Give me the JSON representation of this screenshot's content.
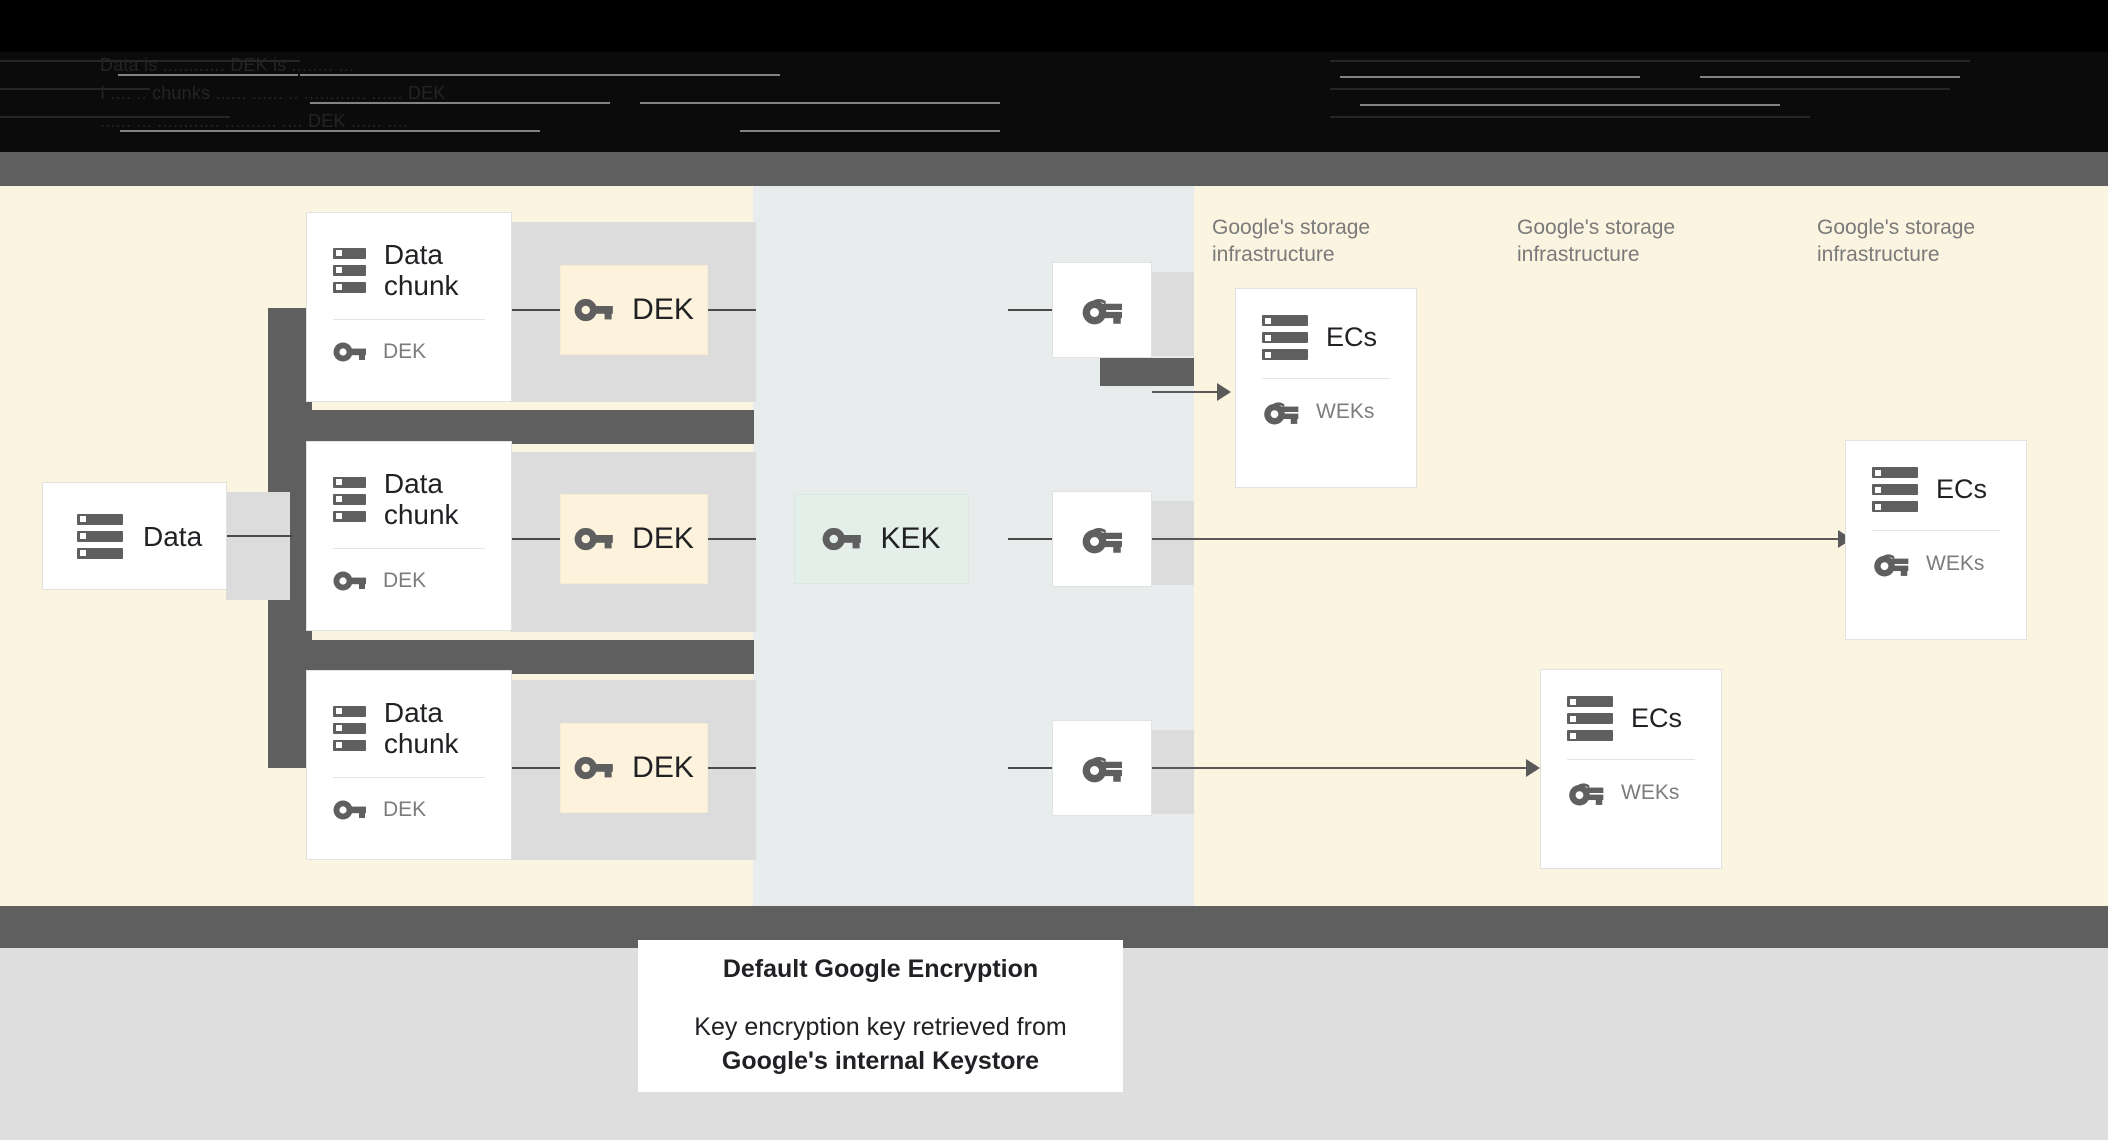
{
  "page": {
    "background_cream": "#fbf4e0",
    "background_mid_column": "#e9eced",
    "background_bottom": "#dedede",
    "dark_bar": "#5f5f5f"
  },
  "obscured_header": {
    "note": "unreadable low-contrast text at top of page",
    "lines": [
      "Data is ............ DEK is ........ ...",
      "I .... .. chunks ...... ...... .. ............ ......  DEK",
      "...... ... ............ .......... .... DEK ...... ...."
    ]
  },
  "diagram": {
    "data_node": {
      "label": "Data",
      "icon": "server-stack-icon"
    },
    "chunks": [
      {
        "title": "Data chunk",
        "key_label": "DEK",
        "icon": "server-stack-icon",
        "key_icon": "key-icon"
      },
      {
        "title": "Data chunk",
        "key_label": "DEK",
        "icon": "server-stack-icon",
        "key_icon": "key-icon"
      },
      {
        "title": "Data chunk",
        "key_label": "DEK",
        "icon": "server-stack-icon",
        "key_icon": "key-icon"
      }
    ],
    "dek_pills": [
      {
        "label": "DEK",
        "icon": "key-icon",
        "color": "#fdf3dc"
      },
      {
        "label": "DEK",
        "icon": "key-icon",
        "color": "#fdf3dc"
      },
      {
        "label": "DEK",
        "icon": "key-icon",
        "color": "#fdf3dc"
      }
    ],
    "kek_pill": {
      "label": "KEK",
      "icon": "key-icon",
      "color": "#e3efe8"
    },
    "wrapped_keys": [
      {
        "icon": "key-icon"
      },
      {
        "icon": "key-icon"
      },
      {
        "icon": "key-icon"
      }
    ],
    "storage_labels": [
      "Google's storage infrastructure",
      "Google's storage infrastructure",
      "Google's storage infrastructure"
    ],
    "ec_cards": [
      {
        "title": "ECs",
        "key_label": "WEKs",
        "icon": "server-stack-icon",
        "key_icon": "key-icon"
      },
      {
        "title": "ECs",
        "key_label": "WEKs",
        "icon": "server-stack-icon",
        "key_icon": "key-icon"
      },
      {
        "title": "ECs",
        "key_label": "WEKs",
        "icon": "server-stack-icon",
        "key_icon": "key-icon"
      }
    ]
  },
  "caption": {
    "title": "Default Google Encryption",
    "body_line1": "Key encryption key retrieved from",
    "body_line2": "Google's internal Keystore"
  }
}
